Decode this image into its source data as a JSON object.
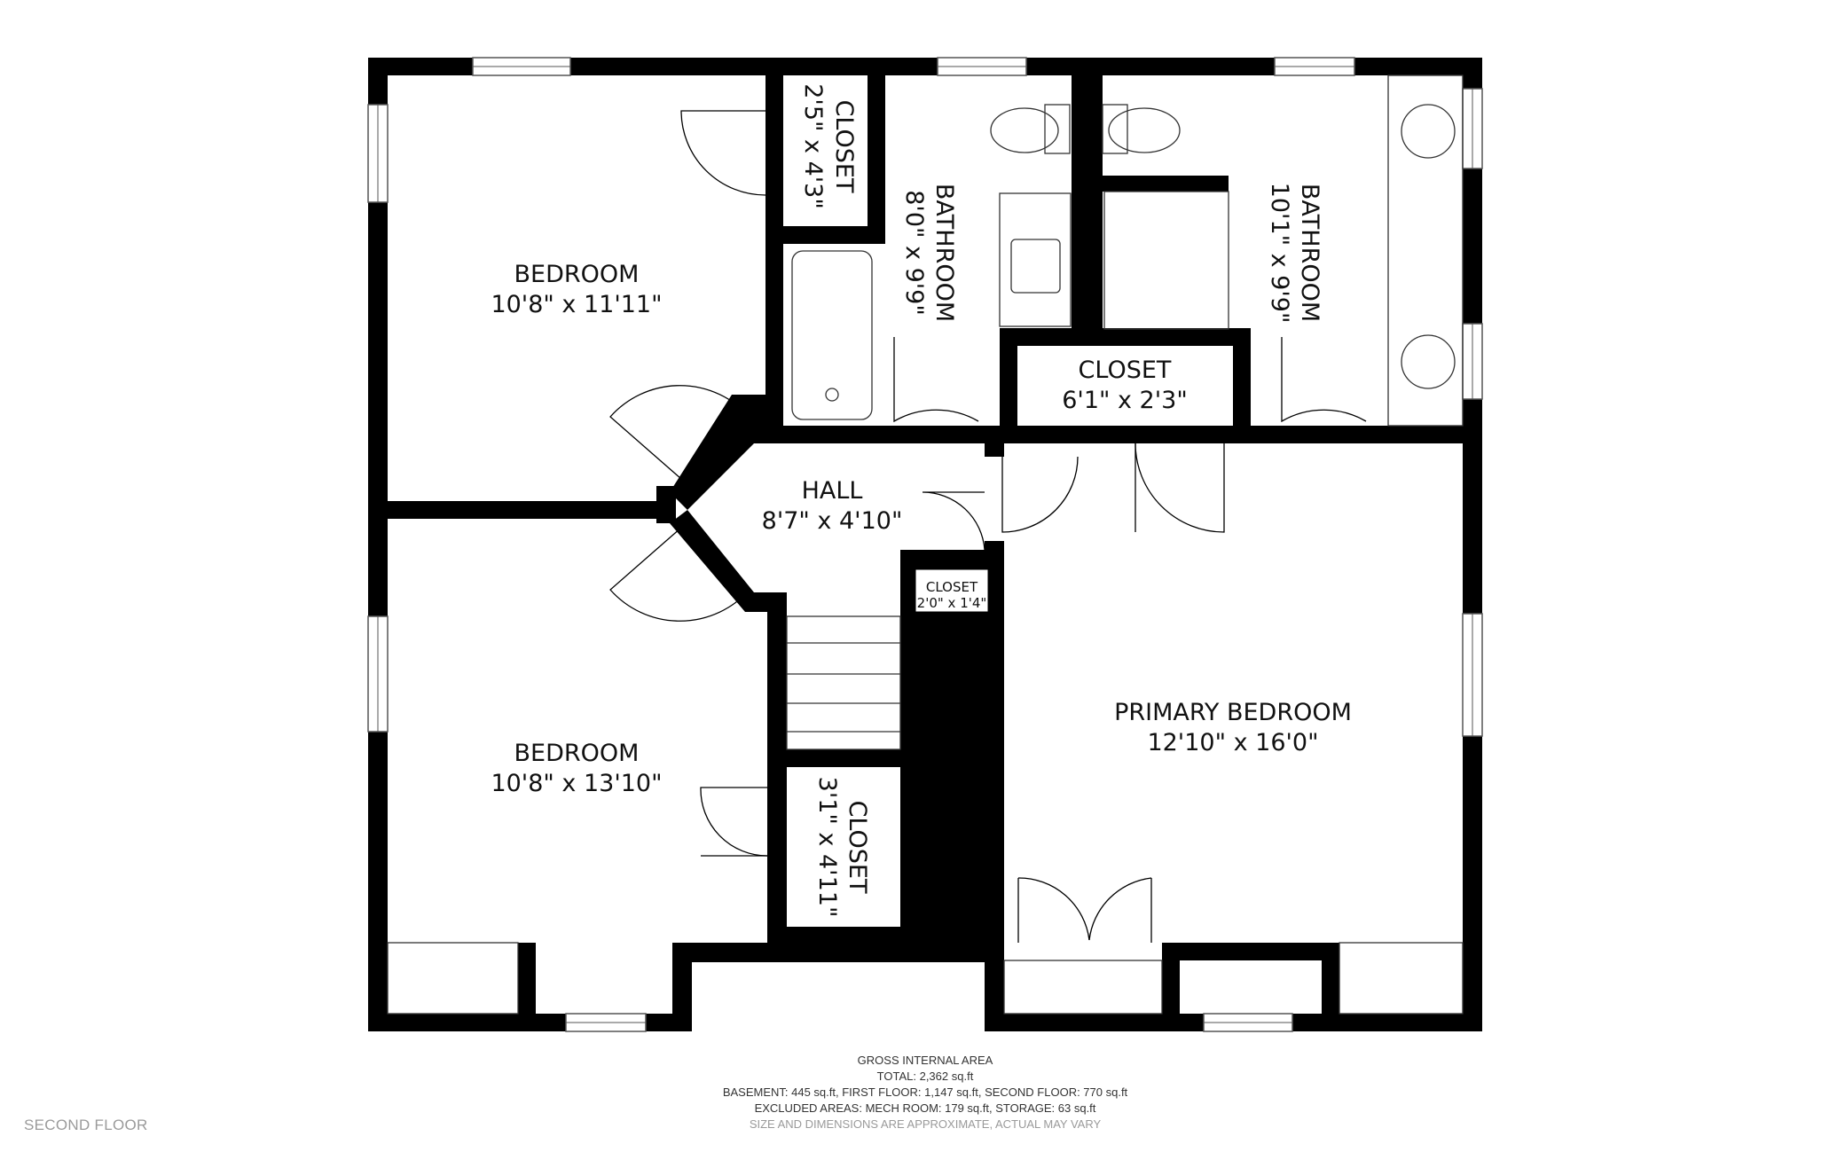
{
  "rooms": {
    "bedroom_top": {
      "name": "BEDROOM",
      "dims": "10'8\" x 11'11\""
    },
    "bedroom_bottom": {
      "name": "BEDROOM",
      "dims": "10'8\" x 13'10\""
    },
    "closet_top_left": {
      "name": "CLOSET",
      "dims": "2'5\" x 4'3\""
    },
    "bathroom_left": {
      "name": "BATHROOM",
      "dims": "8'0\" x 9'9\""
    },
    "bathroom_right": {
      "name": "BATHROOM",
      "dims": "10'1\" x 9'9\""
    },
    "closet_mid": {
      "name": "CLOSET",
      "dims": "6'1\" x 2'3\""
    },
    "hall": {
      "name": "HALL",
      "dims": "8'7\" x 4'10\""
    },
    "closet_small": {
      "name": "CLOSET",
      "dims": "2'0\" x 1'4\""
    },
    "primary_bedroom": {
      "name": "PRIMARY BEDROOM",
      "dims": "12'10\" x 16'0\""
    },
    "closet_bottom": {
      "name": "CLOSET",
      "dims": "3'1\" x 4'11\""
    }
  },
  "footer": {
    "heading": "GROSS INTERNAL AREA",
    "total": "TOTAL: 2,362 sq.ft",
    "floors": "BASEMENT: 445 sq.ft, FIRST FLOOR: 1,147 sq.ft, SECOND FLOOR: 770 sq.ft",
    "excluded": "EXCLUDED AREAS: MECH ROOM: 179 sq.ft, STORAGE: 63 sq.ft",
    "disclaimer": "SIZE AND DIMENSIONS ARE APPROXIMATE, ACTUAL MAY VARY"
  },
  "floor_label": "SECOND FLOOR"
}
